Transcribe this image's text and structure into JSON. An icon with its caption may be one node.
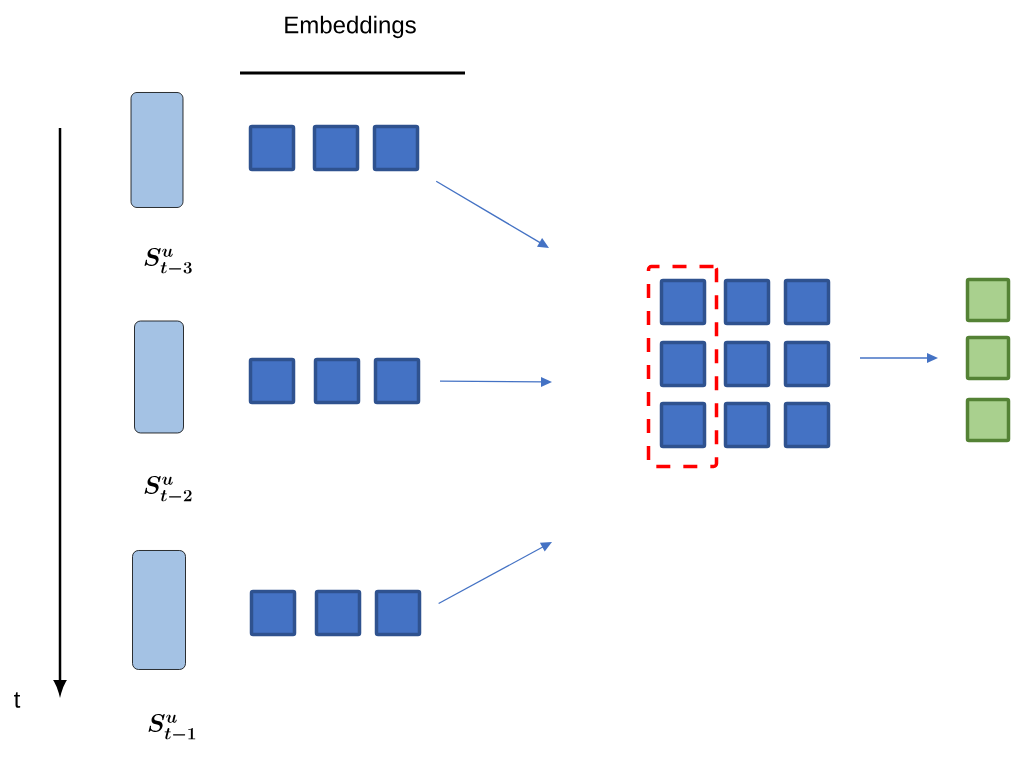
{
  "diagram": {
    "nodes": [
      {
        "text": [],
        "shape": "box"
      },
      {
        "text": [],
        "shape": "box"
      },
      {
        "text": [],
        "shape": "box"
      },
      {
        "text": [],
        "shape": "square"
      },
      {
        "text": [],
        "shape": "square"
      },
      {
        "text": [],
        "shape": "square"
      },
      {
        "text": [],
        "shape": "square"
      },
      {
        "text": [],
        "shape": "square"
      },
      {
        "text": [],
        "shape": "square"
      },
      {
        "text": [],
        "shape": "square"
      },
      {
        "text": [],
        "shape": "square"
      },
      {
        "text": [],
        "shape": "square"
      },
      {
        "text": [],
        "shape": "frame"
      },
      {
        "text": [],
        "shape": "square",
        "in": 12
      },
      {
        "text": [],
        "shape": "square"
      },
      {
        "text": [],
        "shape": "square"
      },
      {
        "text": [],
        "shape": "square",
        "in": 12
      },
      {
        "text": [],
        "shape": "square"
      },
      {
        "text": [],
        "shape": "square"
      },
      {
        "text": [],
        "shape": "square",
        "in": 12
      },
      {
        "text": [],
        "shape": "square"
      },
      {
        "text": [],
        "shape": "square"
      },
      {
        "text": [],
        "shape": "square"
      },
      {
        "text": [],
        "shape": "square"
      },
      {
        "text": [],
        "shape": "square"
      }
    ],
    "edges": [
      {
        "from": 5,
        "to": null,
        "arrow": "to"
      },
      {
        "from": 8,
        "to": null,
        "arrow": "to"
      },
      {
        "from": 11,
        "to": null,
        "arrow": "to"
      },
      {
        "from": 18,
        "to": 23,
        "arrow": "to"
      }
    ],
    "labels": [
      "Embeddings",
      "\\boldsymbol{S_{t-3}^{u}}",
      "\\boldsymbol{S_{t-2}^{u}}",
      "\\boldsymbol{S_{t-1}^{u}}",
      "t"
    ]
  }
}
